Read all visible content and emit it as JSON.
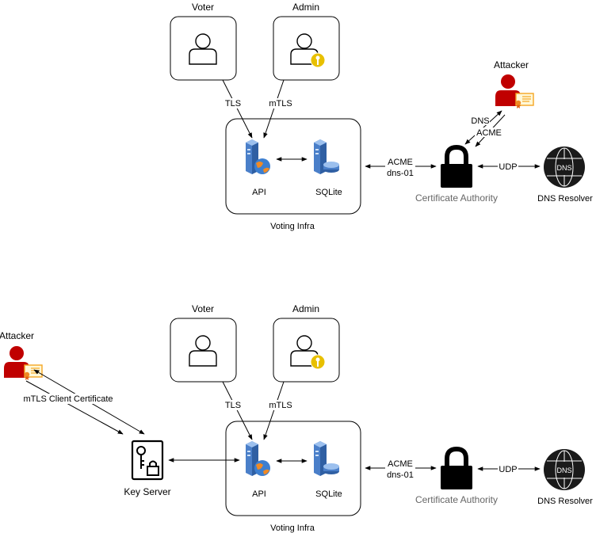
{
  "diagram_top": {
    "voter": "Voter",
    "admin": "Admin",
    "tls": "TLS",
    "mtls": "mTLS",
    "api": "API",
    "sqlite": "SQLite",
    "infra": "Voting Infra",
    "acme": "ACME",
    "dns01": "dns-01",
    "ca": "Certificate Authority",
    "udp": "UDP",
    "dns_resolver": "DNS Resolver",
    "dns_icon_text": "DNS",
    "attacker": "Attacker",
    "attacker_dns": "DNS",
    "attacker_acme": "ACME"
  },
  "diagram_bottom": {
    "voter": "Voter",
    "admin": "Admin",
    "tls": "TLS",
    "mtls": "mTLS",
    "api": "API",
    "sqlite": "SQLite",
    "infra": "Voting Infra",
    "acme": "ACME",
    "dns01": "dns-01",
    "ca": "Certificate Authority",
    "udp": "UDP",
    "dns_resolver": "DNS Resolver",
    "dns_icon_text": "DNS",
    "attacker": "Attacker",
    "client_cert": "mTLS Client Certificate",
    "key_server": "Key Server"
  },
  "colors": {
    "attacker_red": "#c00000",
    "cert_orange": "#f5a623",
    "server_blue": "#5b8fd6",
    "key_yellow": "#e8c000"
  },
  "icons": [
    "user-icon",
    "admin-key-user-icon",
    "attacker-icon",
    "web-server-icon",
    "database-server-icon",
    "padlock-icon",
    "dns-globe-icon",
    "key-server-icon",
    "certificate-icon"
  ]
}
